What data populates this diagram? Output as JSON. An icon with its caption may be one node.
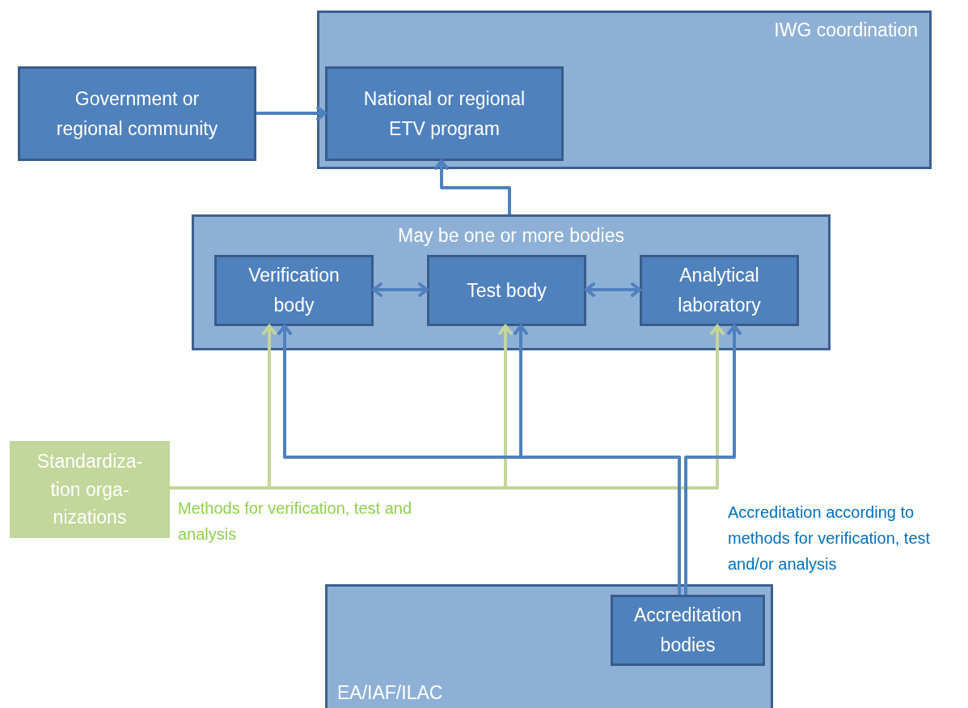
{
  "diagram": {
    "nodes": [
      {
        "text": [
          "IWG coordination"
        ]
      },
      {
        "text": [
          "National or regional ETV program"
        ],
        "in": 0
      },
      {
        "text": [
          "Government or regional community"
        ]
      },
      {
        "text": [
          "May be one or more bodies"
        ]
      },
      {
        "text": [
          "Verification body"
        ],
        "in": 3
      },
      {
        "text": [
          "Test body"
        ],
        "in": 3
      },
      {
        "text": [
          "Analytical laboratory"
        ],
        "in": 3
      },
      {
        "text": [
          "Standardiza-tion orga-nizations"
        ]
      },
      {
        "text": [
          "EA/IAF/ILAC"
        ]
      },
      {
        "text": [
          "Accreditation bodies"
        ],
        "in": 8
      }
    ],
    "edges": [
      {
        "from": 2,
        "to": 1,
        "arrow": "to"
      },
      {
        "from": 3,
        "to": 1,
        "arrow": "to"
      },
      {
        "from": 4,
        "to": 5,
        "arrow": "both"
      },
      {
        "from": 5,
        "to": 6,
        "arrow": "both"
      },
      {
        "from": 7,
        "to": 4,
        "arrow": "to",
        "color": "#c3d69b",
        "label": "Methods for verification, test and analysis"
      },
      {
        "from": 7,
        "to": 5,
        "arrow": "to",
        "color": "#c3d69b"
      },
      {
        "from": 7,
        "to": 6,
        "arrow": "to",
        "color": "#c3d69b"
      },
      {
        "from": 9,
        "to": 4,
        "arrow": "to",
        "label": "Accreditation according to methods for verification, test and/or analysis"
      },
      {
        "from": 9,
        "to": 5,
        "arrow": "to"
      },
      {
        "from": 9,
        "to": 6,
        "arrow": "to"
      }
    ]
  }
}
